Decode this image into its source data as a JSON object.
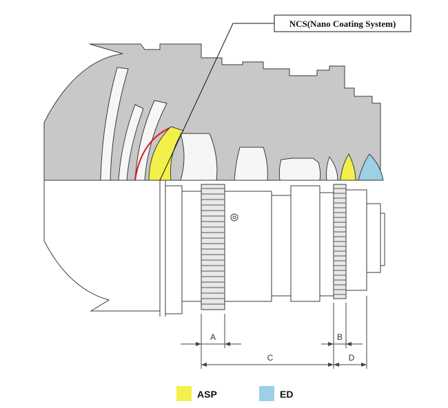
{
  "callout": {
    "label": "NCS(Nano Coating System)"
  },
  "dimensions": {
    "a": "A",
    "b": "B",
    "c": "C",
    "d": "D"
  },
  "legend": [
    {
      "label": "ASP",
      "color": "#f2f04a"
    },
    {
      "label": "ED",
      "color": "#9cd0e6"
    }
  ],
  "colors": {
    "body_fill": "#c8c8c8",
    "outline": "#3a3a3a",
    "coating": "#e0141c",
    "asp": "#f2f04a",
    "ed": "#9cd0e6"
  }
}
